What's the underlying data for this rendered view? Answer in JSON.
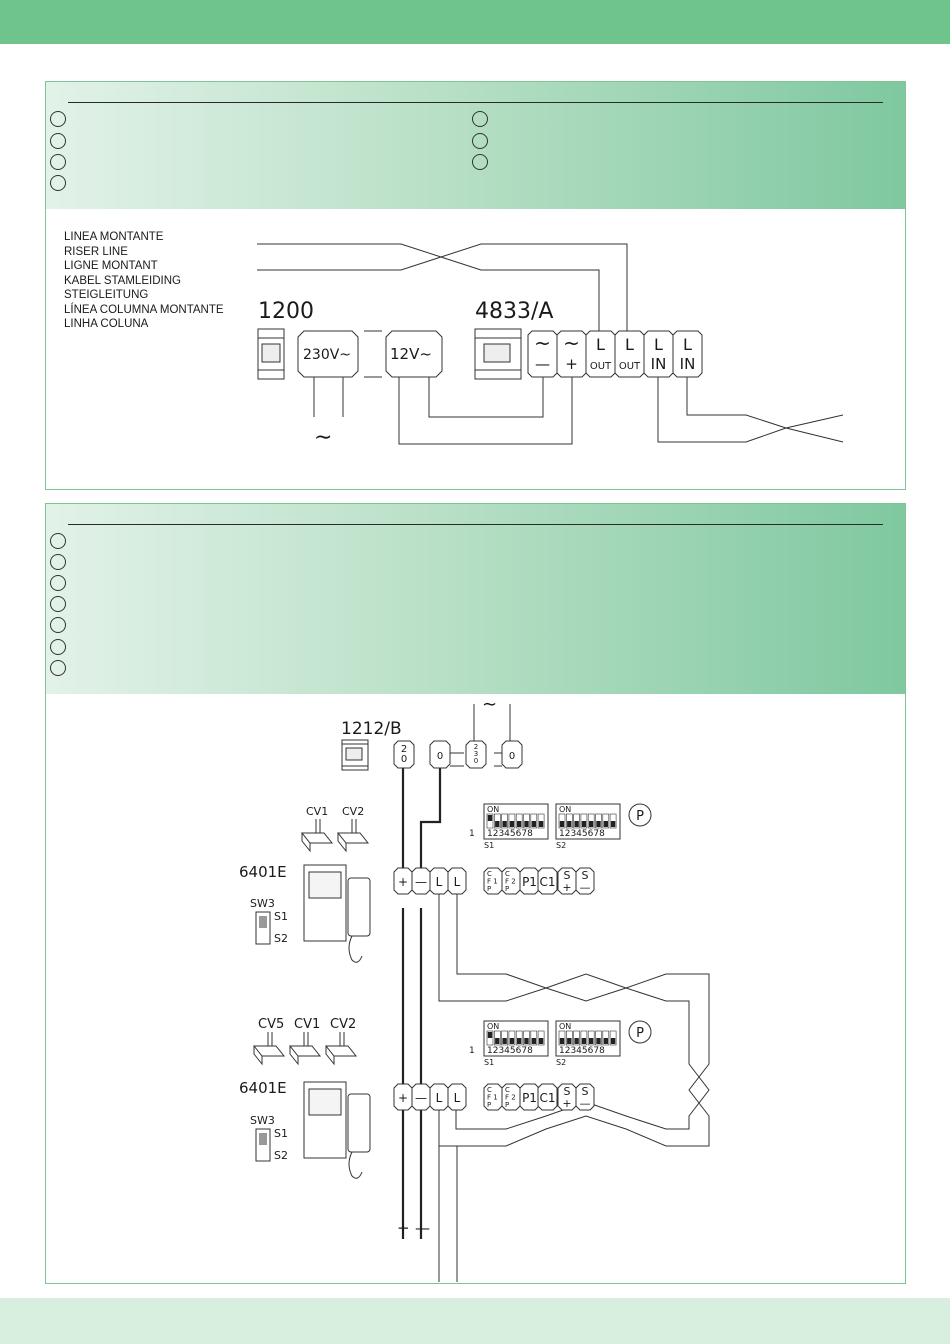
{
  "riser_labels": [
    "LINEA MONTANTE",
    "RISER LINE",
    "LIGNE MONTANT",
    "KABEL STAMLEIDING",
    "STEIGLEITUNG",
    "LÍNEA COLUMNA MONTANTE",
    "LINHA COLUNA"
  ],
  "diagram1": {
    "psu_model": "1200",
    "psu_input": "230V~",
    "psu_output": "12V~",
    "distributor_model": "4833/A",
    "dist_terminals": [
      {
        "top": "~",
        "bottom": "—"
      },
      {
        "top": "~",
        "bottom": "+"
      },
      {
        "top": "L",
        "bottom": "OUT"
      },
      {
        "top": "L",
        "bottom": "OUT"
      },
      {
        "top": "L",
        "bottom": "IN"
      },
      {
        "top": "L",
        "bottom": "IN"
      }
    ],
    "mains_symbol": "∼"
  },
  "diagram2": {
    "psu_model": "1212/B",
    "psu_terminals": [
      {
        "lines": [
          "2",
          "0"
        ]
      },
      {
        "lines": [
          "0"
        ]
      },
      {
        "lines": [
          "2",
          "3",
          "0"
        ]
      },
      {
        "lines": [
          "0"
        ]
      }
    ],
    "mains_symbol": "∼",
    "monitor_model": "6401E",
    "switch_label": "SW3",
    "switch_positions": [
      "S1",
      "S2"
    ],
    "dip": {
      "on_label": "ON",
      "numbers": "12345678",
      "s1_label": "S1",
      "s2_label": "S2",
      "index": "1",
      "p_label": "P"
    },
    "monitor_terminals": [
      "+",
      "—",
      "L",
      "L",
      "CF1P",
      "CF2P",
      "P1",
      "C1",
      "S+",
      "S—"
    ],
    "monitor1_buttons": [
      "CV1",
      "CV2"
    ],
    "monitor2_buttons": [
      "CV5",
      "CV1",
      "CV2"
    ],
    "bottom_polarity": [
      "+",
      "—"
    ]
  }
}
